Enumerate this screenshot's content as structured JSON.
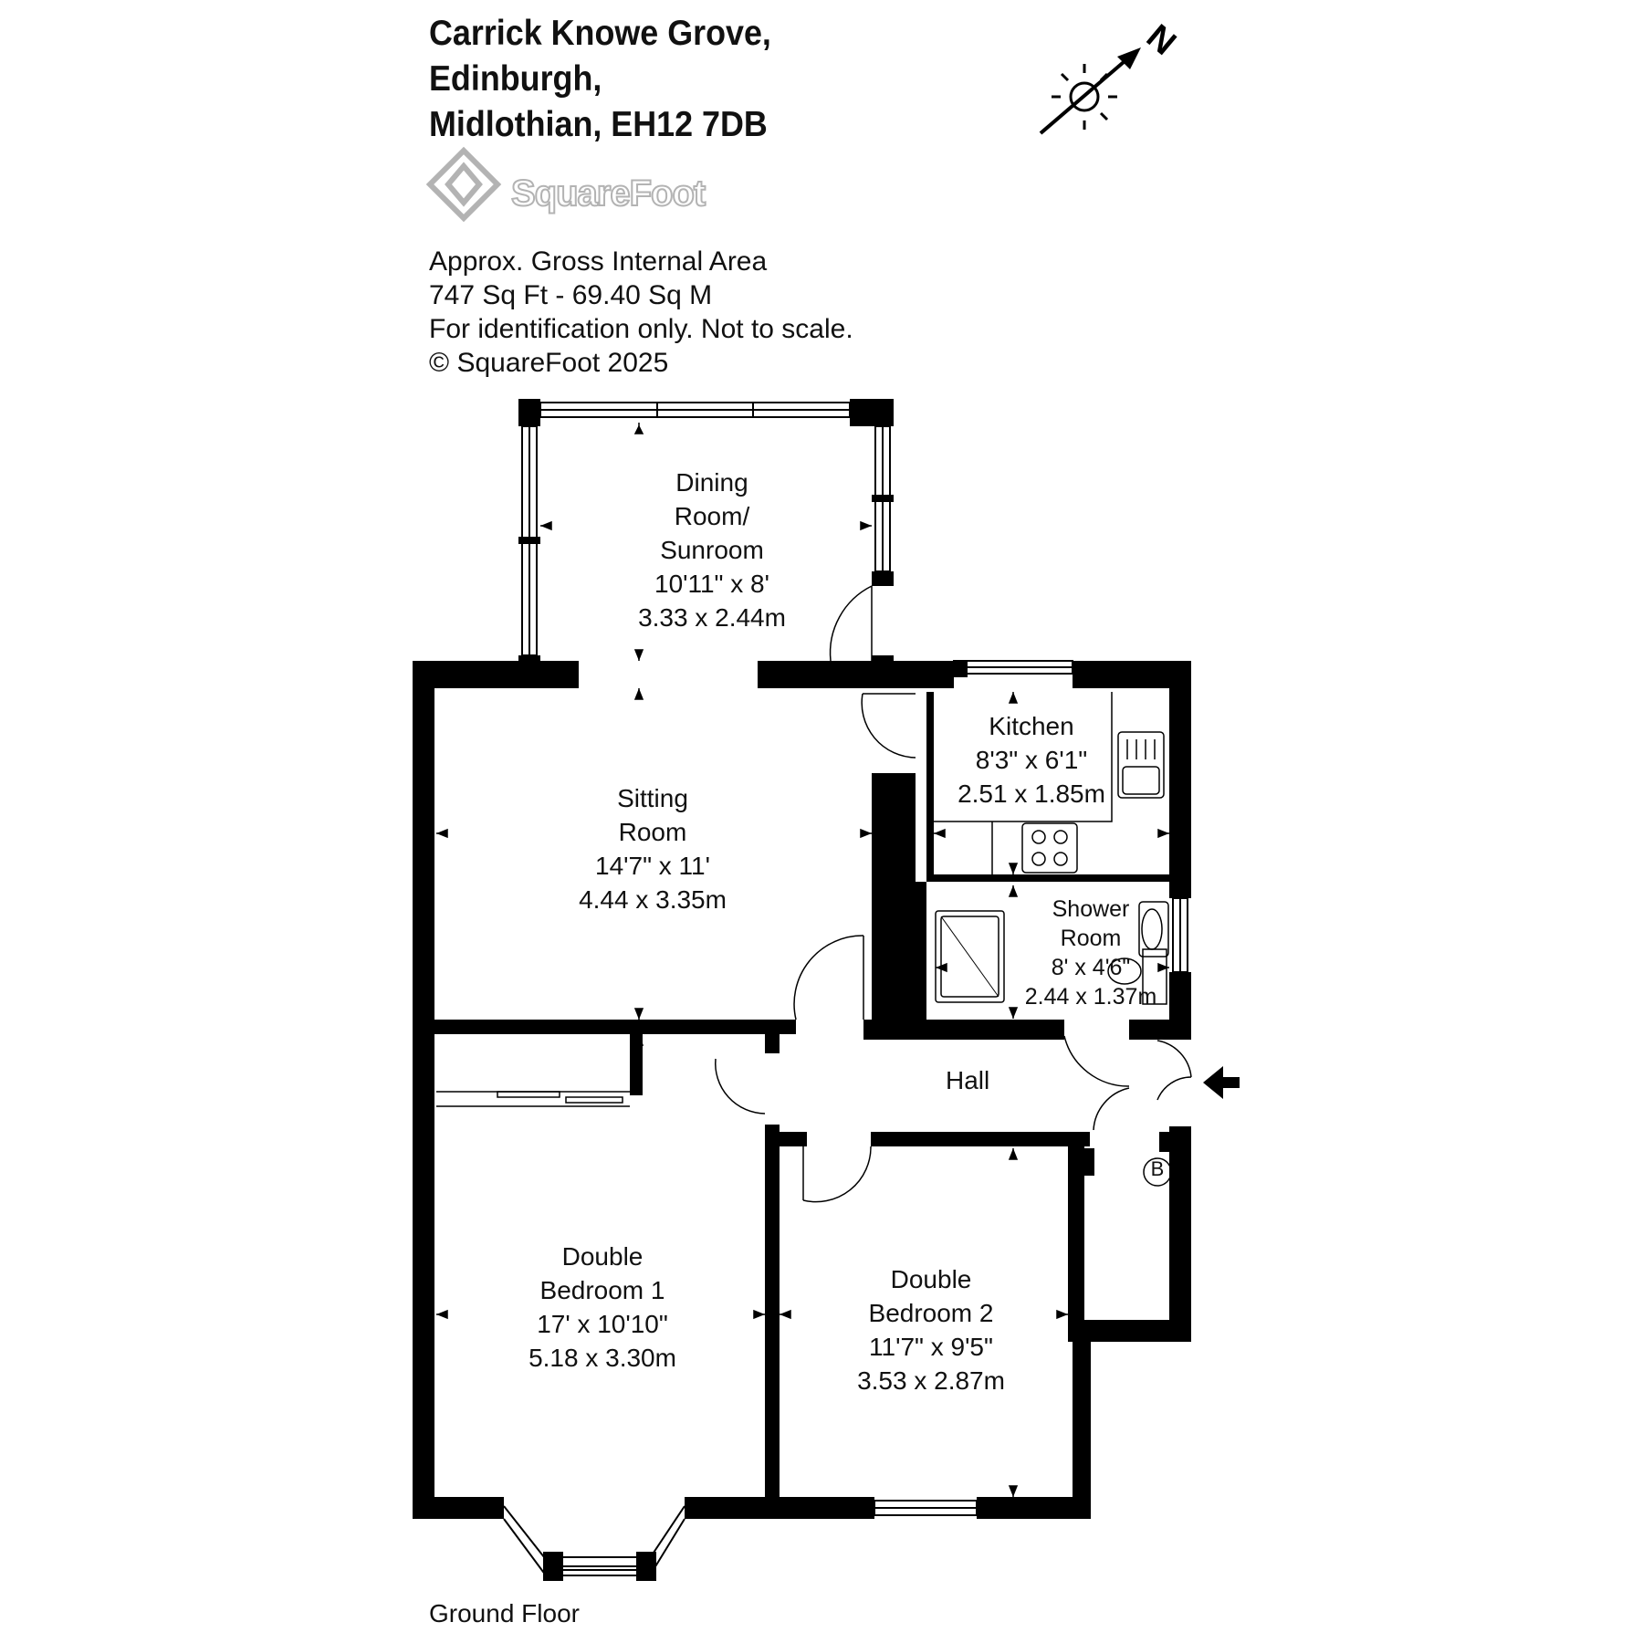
{
  "address": {
    "line1": "Carrick Knowe Grove,",
    "line2": "Edinburgh,",
    "line3": "Midlothian, EH12 7DB"
  },
  "logo": {
    "text": "SquareFoot"
  },
  "area_info": {
    "line1": "Approx. Gross Internal Area",
    "line2": "747 Sq Ft  -  69.40 Sq M",
    "line3": "For identification only. Not to scale.",
    "line4": "© SquareFoot 2025"
  },
  "compass": {
    "label": "N"
  },
  "rooms": {
    "dining": {
      "line1": "Dining",
      "line2": "Room/",
      "line3": "Sunroom",
      "imperial": "10'11\" x 8'",
      "metric": "3.33 x 2.44m"
    },
    "sitting": {
      "line1": "Sitting",
      "line2": "Room",
      "imperial": "14'7\" x 11'",
      "metric": "4.44 x 3.35m"
    },
    "kitchen": {
      "line1": "Kitchen",
      "imperial": "8'3\" x 6'1\"",
      "metric": "2.51 x 1.85m"
    },
    "shower": {
      "line1": "Shower",
      "line2": "Room",
      "imperial": "8' x 4'6\"",
      "metric": "2.44 x 1.37m"
    },
    "hall": {
      "line1": "Hall"
    },
    "bed1": {
      "line1": "Double",
      "line2": "Bedroom 1",
      "imperial": "17' x 10'10\"",
      "metric": "5.18 x 3.30m"
    },
    "bed2": {
      "line1": "Double",
      "line2": "Bedroom 2",
      "imperial": "11'7\" x 9'5\"",
      "metric": "3.53 x 2.87m"
    }
  },
  "boiler_label": "B",
  "floor_label": "Ground Floor",
  "colors": {
    "wall": "#000000",
    "logo": "#b3b3b3",
    "text": "#111111"
  }
}
